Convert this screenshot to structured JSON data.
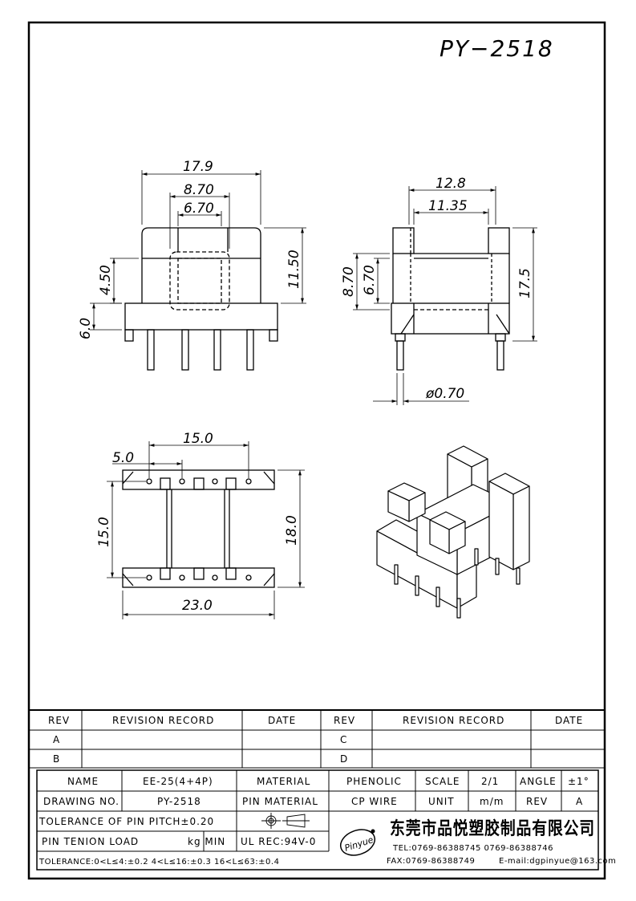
{
  "part_number": "PY−2518",
  "dimensions": {
    "front_width": "17.9",
    "front_inner": "8.70",
    "front_core": "6.70",
    "front_side_left_top": "4.50",
    "front_base": "6.0",
    "front_height": "11.50",
    "side_width": "12.8",
    "side_inner": "11.35",
    "side_left_outer": "8.70",
    "side_left_inner": "6.70",
    "side_height": "17.5",
    "pin_dia": "ø0.70",
    "bottom_pitch_total": "15.0",
    "bottom_pitch": "5.0",
    "bottom_row_span": "15.0",
    "bottom_depth": "18.0",
    "bottom_width": "23.0"
  },
  "revision_table": {
    "headers": [
      "REV",
      "REVISION RECORD",
      "DATE",
      "REV",
      "REVISION RECORD",
      "DATE"
    ],
    "rows": [
      [
        "A",
        "C"
      ],
      [
        "B",
        "D"
      ]
    ]
  },
  "title_block": {
    "name_label": "NAME",
    "name_value": "EE-25(4+4P)",
    "material_label": "MATERIAL",
    "material_value": "PHENOLIC",
    "scale_label": "SCALE",
    "scale_value": "2/1",
    "angle_label": "ANGLE",
    "angle_value": "±1°",
    "drawing_no_label": "DRAWING NO.",
    "drawing_no_value": "PY-2518",
    "pin_material_label": "PIN MATERIAL",
    "pin_material_value": "CP WIRE",
    "unit_label": "UNIT",
    "unit_value": "m/m",
    "rev_label": "REV",
    "rev_value": "A",
    "tolerance_pitch": "TOLERANCE OF PIN PITCH±0.20",
    "pin_tension": "PIN TENION LOAD",
    "pin_tension_unit": "kg MIN",
    "ul_rec": "UL REC:94V-0",
    "tolerance_general": "TOLERANCE:0<L≤4:±0.2  4<L≤16:±0.3  16<L≤63:±0.4",
    "logo_text": "Pinyue",
    "company_name": "东莞市品悦塑胶制品有限公司",
    "tel": "TEL:0769-86388745  0769-86388746",
    "fax": "FAX:0769-86388749",
    "email": "E-mail:dgpinyue@163.com"
  }
}
